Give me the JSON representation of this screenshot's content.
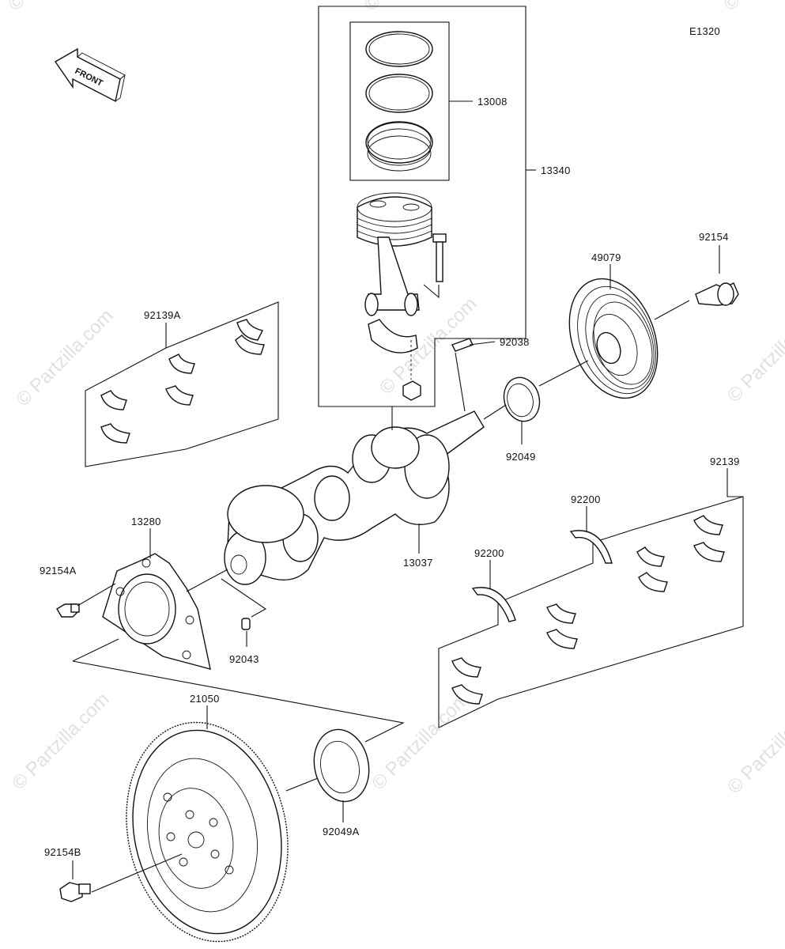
{
  "diagram_code": "E1320",
  "direction_label": "FRONT",
  "watermark": "© Partzilla.com",
  "callouts": [
    {
      "id": "13008"
    },
    {
      "id": "13340"
    },
    {
      "id": "92154"
    },
    {
      "id": "49079"
    },
    {
      "id": "92139A"
    },
    {
      "id": "92038"
    },
    {
      "id": "92049"
    },
    {
      "id": "92139"
    },
    {
      "id": "92200"
    },
    {
      "id": "92200"
    },
    {
      "id": "13280"
    },
    {
      "id": "13037"
    },
    {
      "id": "92154A"
    },
    {
      "id": "92043"
    },
    {
      "id": "21050"
    },
    {
      "id": "92049A"
    },
    {
      "id": "92154B"
    }
  ]
}
